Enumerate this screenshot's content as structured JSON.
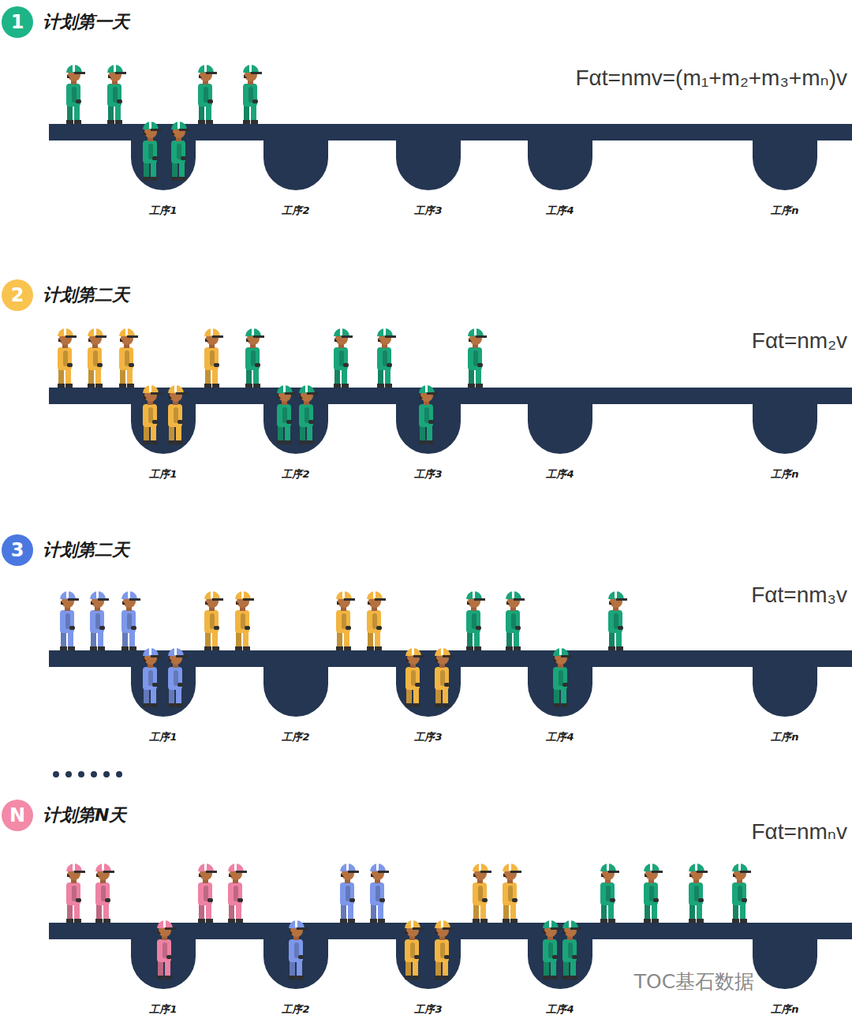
{
  "diagram": {
    "nodes": [
      {
        "text": [
          "1"
        ]
      },
      {
        "text": [
          "2"
        ]
      },
      {
        "text": [
          "3"
        ]
      },
      {
        "text": [
          "N"
        ]
      }
    ],
    "labels": [
      "计划第一天",
      "Fαt=nmv=(m₁+m₂+m₃+mₙ)v",
      "工序1",
      "工序2",
      "工序3",
      "工序4",
      "工序n",
      "计划第二天",
      "Fαt=nm₂v",
      "工序1",
      "工序2",
      "工序3",
      "工序4",
      "工序n",
      "计划第二天",
      "Fαt=nm₃v",
      "工序1",
      "工序2",
      "工序3",
      "工序4",
      "工序n",
      "计划第N天",
      "Fαt=nmₙv",
      "工序1",
      "工序2",
      "工序3",
      "工序4",
      "工序n",
      "TOC基石数据"
    ]
  }
}
